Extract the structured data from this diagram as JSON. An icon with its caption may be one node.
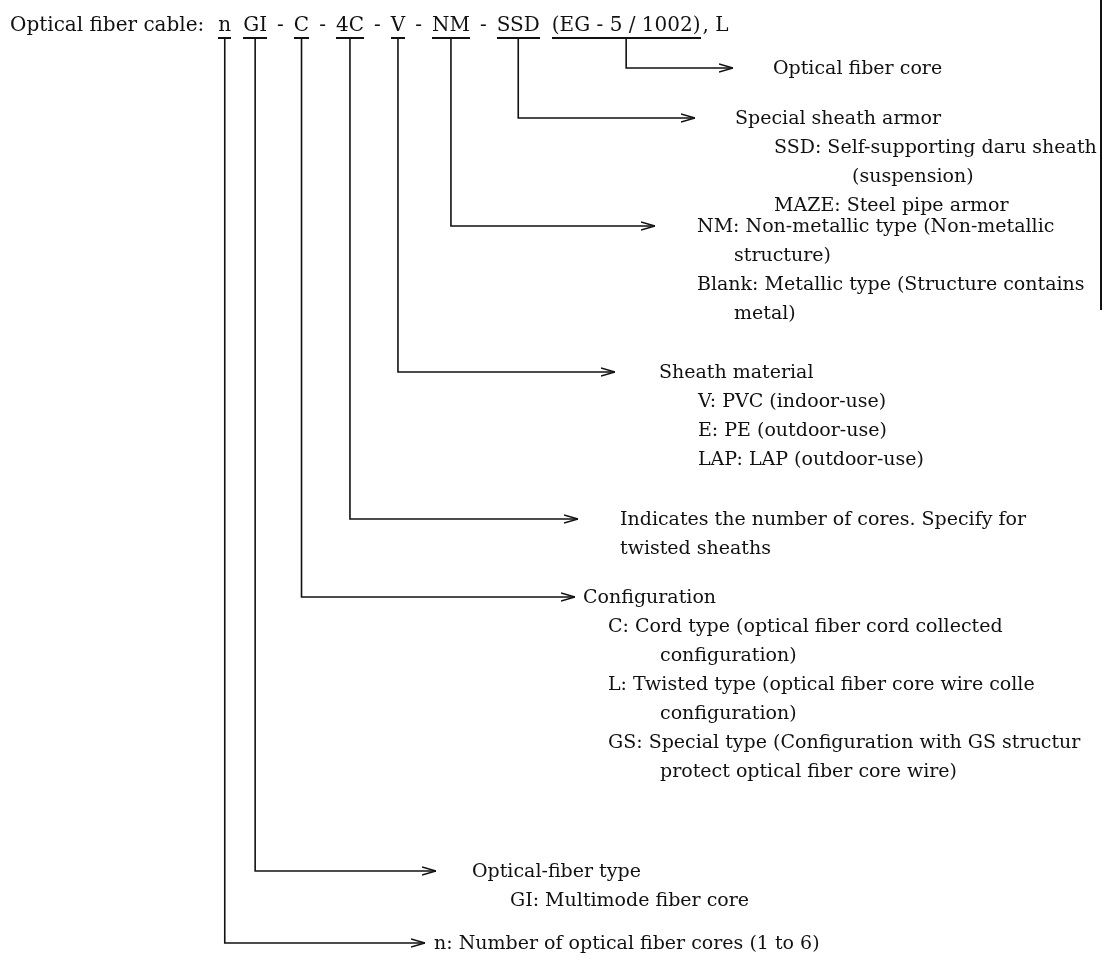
{
  "diagram": {
    "nodes": [
      {
        "text": [
          "n"
        ]
      },
      {
        "text": [
          "GI"
        ]
      },
      {
        "text": [
          "C"
        ]
      },
      {
        "text": [
          "4C"
        ]
      },
      {
        "text": [
          "V"
        ]
      },
      {
        "text": [
          "NM"
        ]
      },
      {
        "text": [
          "SSD"
        ]
      },
      {
        "text": [
          "(EG - 5 / 1002)"
        ]
      },
      {
        "text": [
          "Optical fiber core"
        ]
      },
      {
        "text": [
          "Special sheath armor",
          "SSD: Self-supporting daru sheath (suspension)",
          "MAZE: Steel pipe armor"
        ]
      },
      {
        "text": [
          "NM: Non-metallic type (Non-metallic structure)",
          "Blank: Metallic type (Structure contains metal)"
        ]
      },
      {
        "text": [
          "Sheath material",
          "V: PVC (indoor-use)",
          "E: PE (outdoor-use)",
          "LAP: LAP (outdoor-use)"
        ]
      },
      {
        "text": [
          "Indicates the number of cores. Specify for twisted sheaths"
        ]
      },
      {
        "text": [
          "Configuration",
          "C: Cord type (optical fiber cord collected configuration)",
          "L: Twisted type (optical fiber core wire colle configuration)",
          "GS: Special type (Configuration with GS structur protect optical fiber core wire)"
        ]
      },
      {
        "text": [
          "Optical-fiber type",
          "GI: Multimode fiber core"
        ]
      },
      {
        "text": [
          "n: Number of optical fiber cores (1 to 6)"
        ]
      }
    ],
    "edges": [
      {
        "from": 7,
        "to": 8,
        "arrow": "to"
      },
      {
        "from": 6,
        "to": 9,
        "arrow": "to"
      },
      {
        "from": 5,
        "to": 10,
        "arrow": "to"
      },
      {
        "from": 4,
        "to": 11,
        "arrow": "to"
      },
      {
        "from": 3,
        "to": 12,
        "arrow": "to"
      },
      {
        "from": 2,
        "to": 13,
        "arrow": "to"
      },
      {
        "from": 1,
        "to": 14,
        "arrow": "to"
      },
      {
        "from": 0,
        "to": 15,
        "arrow": "to"
      }
    ],
    "labels": [
      "Optical fiber cable:",
      "-",
      "-",
      "-",
      "-",
      "-",
      ", L"
    ]
  }
}
